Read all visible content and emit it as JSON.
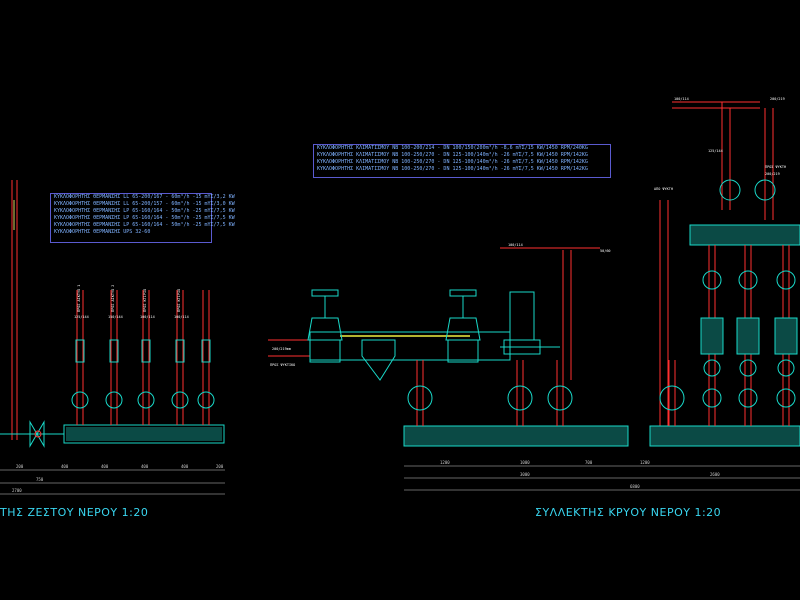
{
  "captions": {
    "hot": "ΤΗΣ ΖΕΣΤΟΥ ΝΕΡΟΥ 1:20",
    "cold": "ΣΥΛΛΕΚΤΗΣ ΚΡΥΟΥ ΝΕΡΟΥ 1:20"
  },
  "hot_spec_lines": [
    "ΚΥΚΛΟΦΟΡΗΤΗΣ ΘΕΡΜΑΝΣΗΣ LL 65-200/167 - 60m³/h -15 mΥΣ/3,2 KW",
    "ΚΥΚΛΟΦΟΡΗΤΗΣ ΘΕΡΜΑΝΣΗΣ LL 65-200/157 - 60m³/h -15 mΥΣ/3,0 KW",
    "ΚΥΚΛΟΦΟΡΗΤΗΣ ΘΕΡΜΑΝΣΗΣ LP 65-160/164 - 50m³/h -25 mΥΣ/7,5 KW",
    "ΚΥΚΛΟΦΟΡΗΤΗΣ ΘΕΡΜΑΝΣΗΣ LP 65-160/164 - 50m³/h -25 mΥΣ/7,5 KW",
    "ΚΥΚΛΟΦΟΡΗΤΗΣ ΘΕΡΜΑΝΣΗΣ LP 65-160/164 - 50m³/h -25 mΥΣ/7,5 KW",
    "ΚΥΚΛΟΦΟΡΗΤΗΣ ΘΕΡΜΑΝΣΗΣ UPS 32-60"
  ],
  "cold_spec_lines": [
    "ΚΥΚΛΟΦΟΡΗΤΗΣ ΚΛΙΜΑΤΙΣΜΟΥ NB 100-200/214 - DN 100/150(200m³/h -8,6 mΥΣ/15 KW/1450 RPM/240KG",
    "ΚΥΚΛΟΦΟΡΗΤΗΣ ΚΛΙΜΑΤΙΣΜΟΥ NB 100-250/270 - DN 125-100/140m³/h -26 mΥΣ/7,5 KW/1450 RPM/142KG",
    "ΚΥΚΛΟΦΟΡΗΤΗΣ ΚΛΙΜΑΤΙΣΜΟΥ NB 100-250/270 - DN 125-100/140m³/h -26 mΥΣ/7,5 KW/1450 RPM/142KG",
    "ΚΥΚΛΟΦΟΡΗΤΗΣ ΚΛΙΜΑΤΙΣΜΟΥ NB 100-250/270 - DN 125-100/140m³/h -26 mΥΣ/7,5 KW/1450 RPM/142KG"
  ],
  "hot_dims_top": [
    "200",
    "400",
    "400",
    "400",
    "400",
    "200"
  ],
  "hot_dims_total": "750",
  "hot_dims_small": "2700",
  "cold_dims_top": [
    "1200",
    "1000",
    "700",
    "1200"
  ],
  "cold_dims_mid": [
    "3000",
    "2600"
  ],
  "cold_dims_total": "6800",
  "pipe_labels": {
    "hot_1": "ΠΡΟΣ ΔΙΚΤΥΟ 1",
    "hot_2": "ΠΡΟΣ ΔΙΚΤΥΟ 2",
    "hot_3": "ΠΡΟΣ ΚΤΙΡΙΟ",
    "hot_4": "ΠΡΟΣ ΚΤΙΡΙΟ",
    "dn_1": "125/144",
    "dn_2": "150/144",
    "dn_3": "100/114",
    "dn_4": "100/114",
    "cold_left": "ΠΡΟΣ ΨΥΚΤΙΚΟ",
    "cold_in": "200/219mm",
    "cold_top1": "100/114",
    "cold_top2": "ΑΠΟ ΨΥΚΤΗ",
    "cold_right": "ΠΡΟΣ ΨΥΚΤΗ",
    "cold_right2": "200/219",
    "cold_mid1": "100/114",
    "cold_mid2": "50/60",
    "cold_mid3": "125/144",
    "cold_ret": "200/219"
  }
}
